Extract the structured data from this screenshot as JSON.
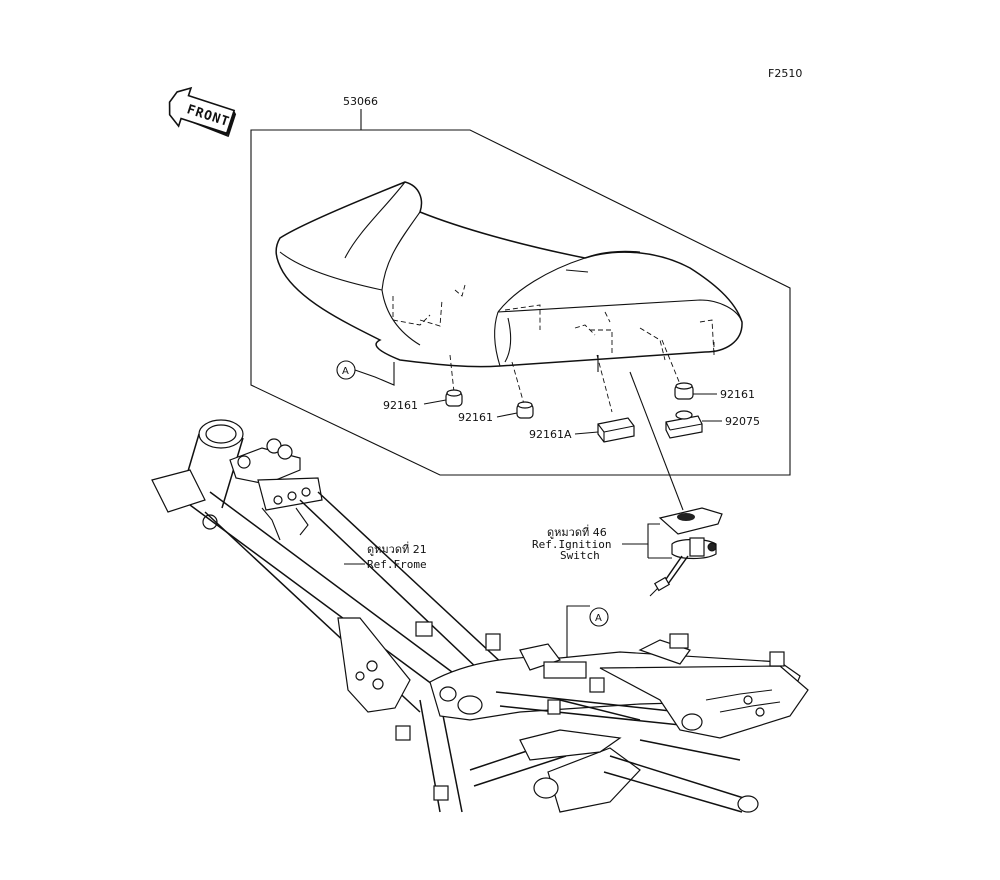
{
  "figure_code": "F2510",
  "front_arrow_label": "FRONT",
  "parts": {
    "seat": "53066",
    "grommet_a": "92161",
    "grommet_b": "92161",
    "grommet_c": "92161",
    "damper": "92161A",
    "cushion": "92075"
  },
  "callouts": {
    "ref_a_top": "A",
    "ref_a_bottom": "A"
  },
  "references": {
    "ignition": {
      "line1": "ดูหมวดที่ 46",
      "line2": "Ref.Ignition",
      "line3": "Switch"
    },
    "frame": {
      "line1": "ดูหมวดที่ 21",
      "line2": "Ref.Frome"
    }
  }
}
